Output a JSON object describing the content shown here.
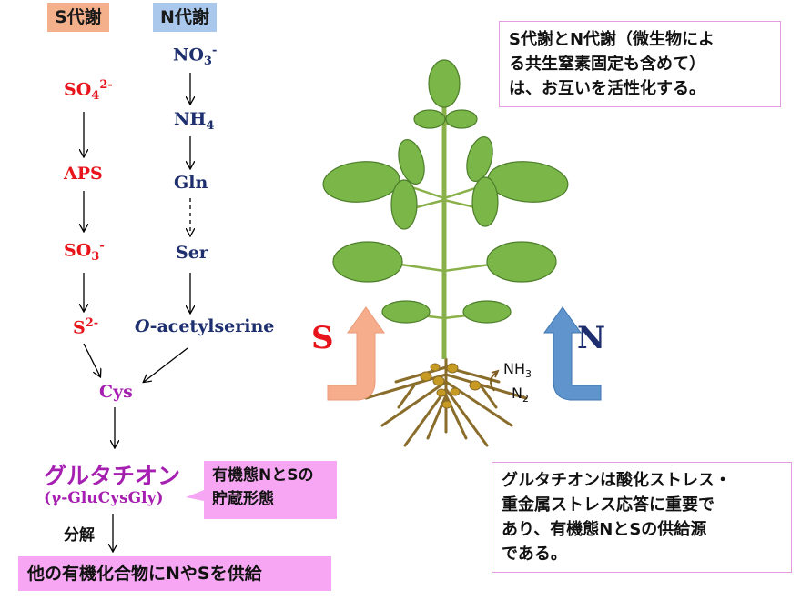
{
  "headers": {
    "s_metabolism": "S代謝",
    "n_metabolism": "N代謝"
  },
  "s_pathway": {
    "so4": {
      "base": "SO",
      "sub": "4",
      "sup": "2-"
    },
    "aps": "APS",
    "so3": {
      "base": "SO",
      "sub": "3",
      "sup": "-"
    },
    "s2": {
      "base": "S",
      "sup": "2-"
    }
  },
  "n_pathway": {
    "no3": {
      "base": "NO",
      "sub": "3",
      "sup": "-"
    },
    "nh4": {
      "base": "NH",
      "sub": "4"
    },
    "gln": "Gln",
    "ser": "Ser",
    "oas": {
      "prefix": "O",
      "rest": "-acetylserine"
    }
  },
  "cys": "Cys",
  "glutathione": {
    "name": "グルタチオン",
    "formula": "(γ-GluCysGly)"
  },
  "callout": {
    "line1": "有機態NとSの",
    "line2": "貯蔵形態"
  },
  "degradation": "分解",
  "supply": "他の有機化合物にNやSを供給",
  "top_note": {
    "line1": "S代謝とN代謝（微生物によ",
    "line2": "る共生窒素固定も含めて）",
    "line3": "は、お互いを活性化する。"
  },
  "bottom_note": {
    "line1": "グルタチオンは酸化ストレス・",
    "line2": "重金属ストレス応答に重要で",
    "line3": "あり、有機態NとSの供給源",
    "line4": "である。"
  },
  "plant_labels": {
    "s_letter": "S",
    "n_letter": "N",
    "nh3": {
      "base": "NH",
      "sub": "3"
    },
    "n2": {
      "base": "N",
      "sub": "2"
    }
  },
  "colors": {
    "s_pathway": "#e8141b",
    "n_pathway": "#1d2f6e",
    "glutathione": "#a51fb0",
    "leaf": "#7ab648",
    "root": "#8a6d2a",
    "nodule": "#c79a23",
    "s_arrow": "#f5ad8c",
    "n_arrow": "#5f95cc"
  }
}
